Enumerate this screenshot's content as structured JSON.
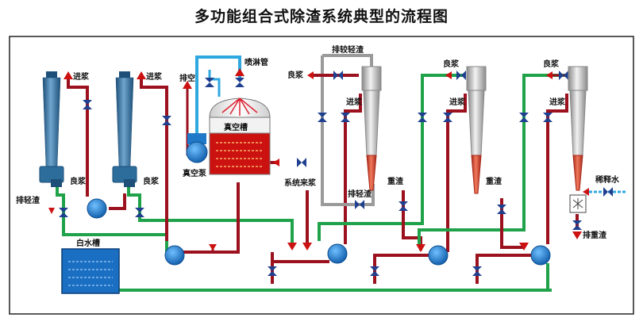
{
  "title": "多功能组合式除渣系统典型的流程图",
  "labels": {
    "inlet_1": "进浆",
    "inlet_2": "进浆",
    "inlet_3": "进浆",
    "inlet_4": "进浆",
    "inlet_5": "进浆",
    "good_1": "良浆",
    "good_2": "良浆",
    "good_3": "良浆",
    "good_4": "良浆",
    "good_5": "良浆",
    "light_reject_1": "排轻渣",
    "light_reject_top": "排较轻渣",
    "light_reject_2": "排轻渣",
    "vent": "排空",
    "spray_pipe": "喷淋管",
    "vacuum_tank": "真空槽",
    "vacuum_pump": "真空泵",
    "system_feed": "系统来浆",
    "white_water_tank": "白水槽",
    "heavy_reject_1": "重渣",
    "heavy_reject_2": "重渣",
    "heavy_reject_out": "排重渣",
    "dilution_water": "稀释水"
  },
  "colors": {
    "red_pipe": "#9b111e",
    "green_pipe": "#1fa24a",
    "blue_pipe": "#2fa8e0",
    "gray_pipe": "#9a9a9a",
    "valve": "#1f3f8f",
    "pump": "#1f78c8",
    "tank_red": "#cc1111",
    "cleaner_body": "#2c6d9c",
    "cone_red": "#d9462a"
  }
}
